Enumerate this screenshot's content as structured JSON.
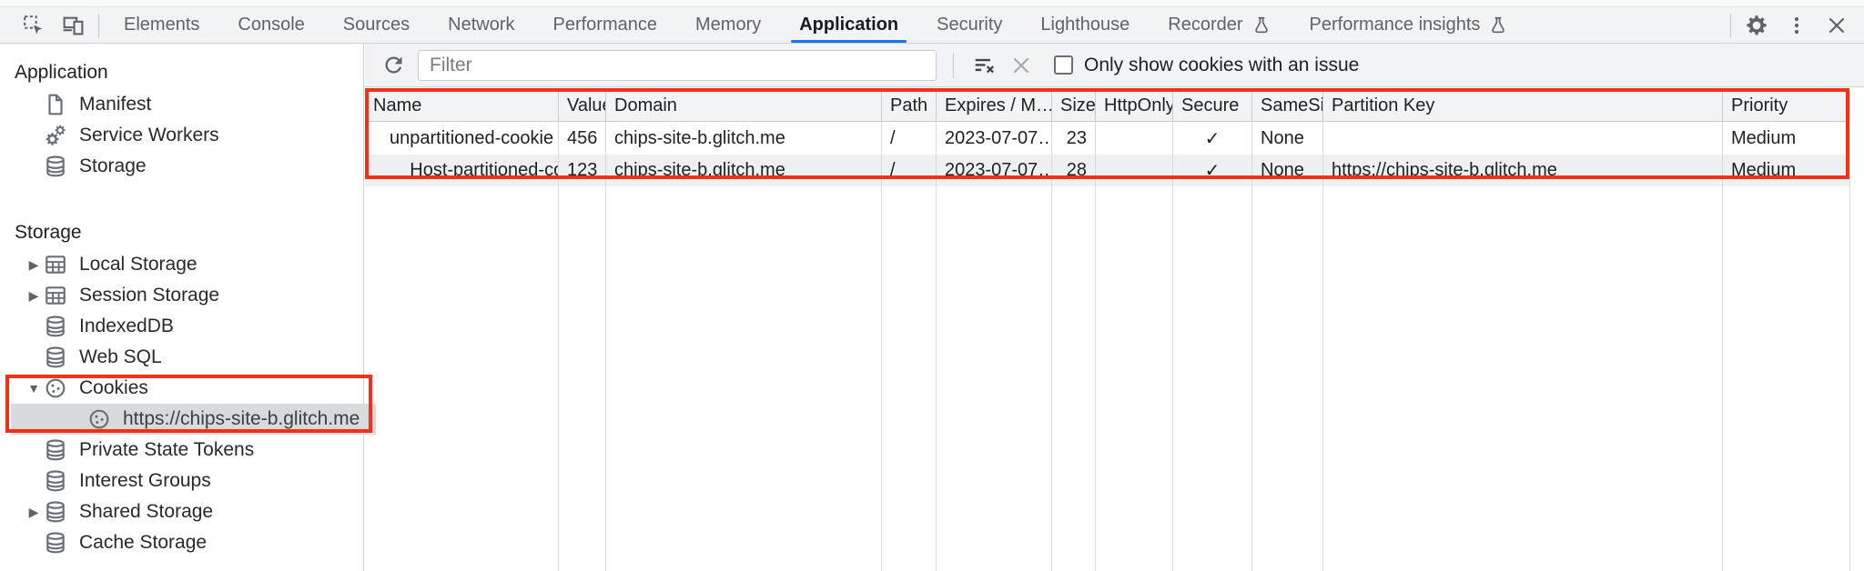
{
  "tab_bar": {
    "tabs": [
      "Elements",
      "Console",
      "Sources",
      "Network",
      "Performance",
      "Memory",
      "Application",
      "Security",
      "Lighthouse",
      "Recorder",
      "Performance insights"
    ],
    "selected_tab": "Application"
  },
  "cookies_toolbar": {
    "filter_placeholder": "Filter",
    "only_issues_label": "Only show cookies with an issue",
    "only_issues_checked": false
  },
  "sidebar": {
    "app_section": {
      "title": "Application",
      "items": [
        {
          "label": "Manifest",
          "icon": "file-icon"
        },
        {
          "label": "Service Workers",
          "icon": "service-workers-icon"
        },
        {
          "label": "Storage",
          "icon": "database-icon"
        }
      ]
    },
    "storage_section": {
      "title": "Storage",
      "items": [
        {
          "label": "Local Storage",
          "icon": "table-icon",
          "expander": "collapsed"
        },
        {
          "label": "Session Storage",
          "icon": "table-icon",
          "expander": "collapsed"
        },
        {
          "label": "IndexedDB",
          "icon": "database-icon"
        },
        {
          "label": "Web SQL",
          "icon": "database-icon"
        },
        {
          "label": "Cookies",
          "icon": "cookie-icon",
          "expander": "expanded"
        },
        {
          "label": "https://chips-site-b.glitch.me",
          "icon": "cookie-icon",
          "selected": true
        },
        {
          "label": "Private State Tokens",
          "icon": "database-icon"
        },
        {
          "label": "Interest Groups",
          "icon": "database-icon"
        },
        {
          "label": "Shared Storage",
          "icon": "database-icon",
          "expander": "collapsed"
        },
        {
          "label": "Cache Storage",
          "icon": "database-icon"
        }
      ]
    }
  },
  "cookies_table": {
    "columns": [
      "Name",
      "Value",
      "Domain",
      "Path",
      "Expires / M…",
      "Size",
      "HttpOnly",
      "Secure",
      "SameSite",
      "Partition Key",
      "Priority"
    ],
    "rows": [
      {
        "name": "unpartitioned-cookie",
        "value": "456",
        "domain": "chips-site-b.glitch.me",
        "path": "/",
        "expires": "2023-07-07…",
        "size": "23",
        "http_only": "",
        "secure": "✓",
        "same_site": "None",
        "partition_key": "",
        "priority": "Medium"
      },
      {
        "name": "__Host-partitioned-cookie",
        "value": "123",
        "domain": "chips-site-b.glitch.me",
        "path": "/",
        "expires": "2023-07-07…",
        "size": "28",
        "http_only": "",
        "secure": "✓",
        "same_site": "None",
        "partition_key": "https://chips-site-b.glitch.me",
        "priority": "Medium"
      }
    ]
  },
  "annotations": {
    "highlight_count": 2,
    "color": "#f43015"
  },
  "colors": {
    "accent_blue": "#1a73e8",
    "annotation_red": "#f43015",
    "selection_gray": "#d9dadb",
    "toolbar_gray": "#f1f3f4"
  }
}
